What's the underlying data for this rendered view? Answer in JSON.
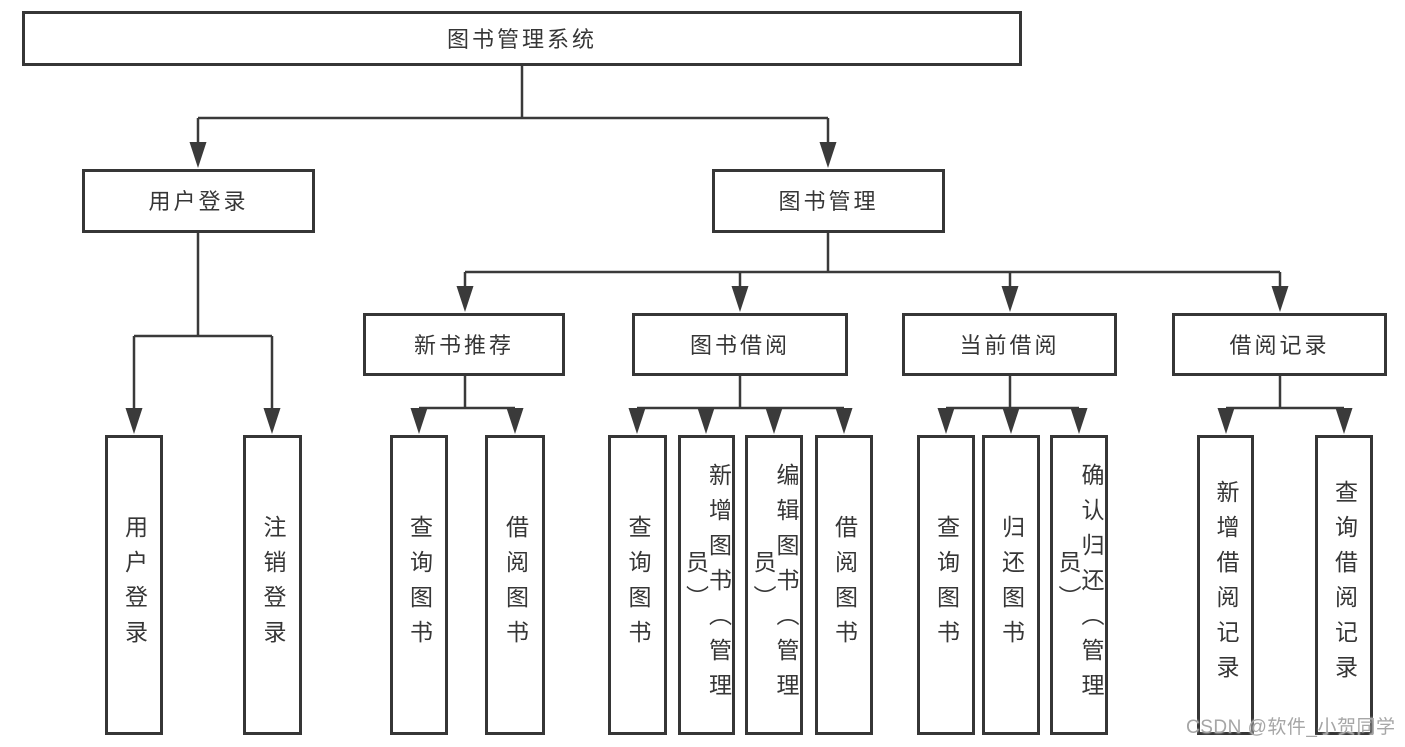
{
  "diagram": {
    "root": "图书管理系统",
    "branches": [
      {
        "label": "用户登录",
        "children": [
          "用户登录",
          "注销登录"
        ]
      },
      {
        "label": "图书管理",
        "children": [
          {
            "label": "新书推荐",
            "children": [
              "查询图书",
              "借阅图书"
            ]
          },
          {
            "label": "图书借阅",
            "children": [
              "查询图书",
              "新增图书（管理员）",
              "编辑图书（管理员）",
              "借阅图书"
            ]
          },
          {
            "label": "当前借阅",
            "children": [
              "查询图书",
              "归还图书",
              "确认归还（管理员）"
            ]
          },
          {
            "label": "借阅记录",
            "children": [
              "新增借阅记录",
              "查询借阅记录"
            ]
          }
        ]
      }
    ],
    "colors": {
      "line": "#3a3a3a",
      "border": "#363636",
      "text": "#363636",
      "background": "#ffffff",
      "watermark_text": "#a6a6a6"
    }
  },
  "watermark": {
    "text": "CSDN @软件_小贺同学"
  }
}
